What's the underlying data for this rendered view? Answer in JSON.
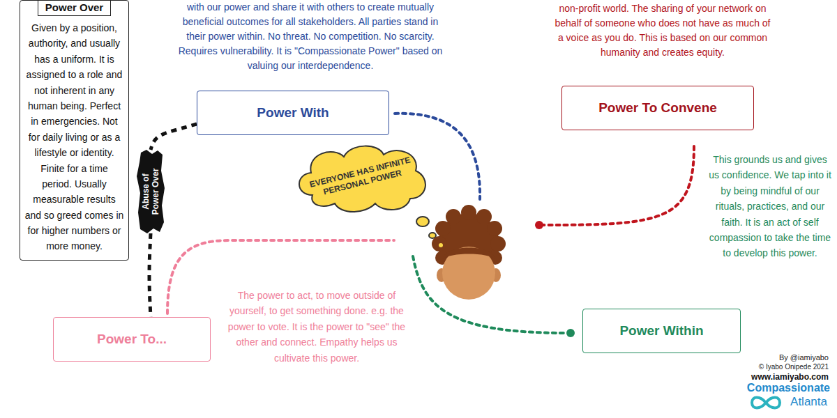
{
  "diagram": {
    "nodes": [
      {
        "text": [
          "Power Over",
          "Given by a position, authority, and usually has a uniform. It is assigned to a role and not inherent in any human being. Perfect in emergencies. Not for daily living or as a lifestyle or identity. Finite for a time period. Usually measurable results and so greed comes in for higher numbers or more money."
        ]
      },
      {
        "text": [
          "Power With"
        ]
      },
      {
        "text": [
          "Power To Convene"
        ]
      },
      {
        "text": [
          "Abuse of Power Over"
        ]
      },
      {
        "text": [
          "EVERYONE HAS INFINITE PERSONAL POWER"
        ]
      },
      {
        "text": [
          "Power Within"
        ]
      },
      {
        "text": [
          "Power To..."
        ]
      }
    ],
    "edges": [
      {
        "from": 1,
        "to": 3,
        "arrow": "none"
      },
      {
        "from": 3,
        "to": 6,
        "arrow": "none"
      }
    ],
    "labels": [
      "with our power and share it with others to create mutually beneficial outcomes for all stakeholders. All parties stand in their power within. No threat. No competition. No scarcity. Requires vulnerability. It is \"Compassionate Power\" based on valuing our interdependence.",
      "non-profit world. The sharing of your network on behalf of someone who does not have as much of a voice as you do. This is based on our common humanity and creates equity.",
      "This grounds us and gives us confidence. We tap into it by being mindful of our rituals, practices, and our faith. It is an act of self compassion to take the time to develop this power.",
      "The power to act, to move outside of yourself, to get something done. e.g. the power to vote. It is the power to \"see\" the other and connect. Empathy helps us cultivate this power.",
      "By @iamiyabo",
      "© Iyabo Onipede 2021",
      "www.iamiyabo.com",
      "Compassionate",
      "Atlanta"
    ]
  }
}
